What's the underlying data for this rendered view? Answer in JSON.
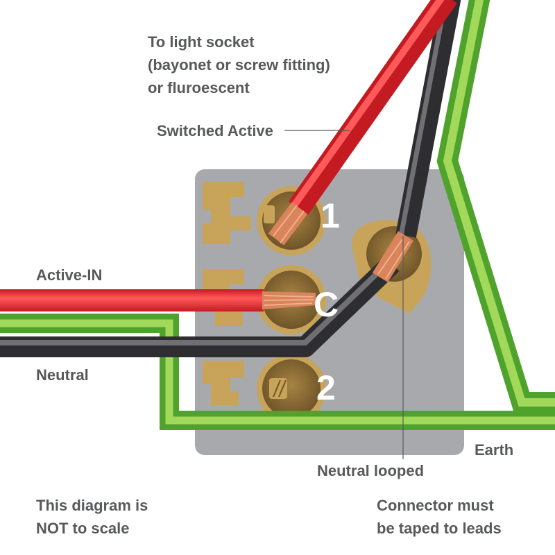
{
  "labels": {
    "light_socket": [
      "To light socket",
      "(bayonet or screw fitting)",
      "or fluroescent"
    ],
    "switched_active": "Switched Active",
    "active_in": "Active-IN",
    "neutral": "Neutral",
    "earth": "Earth",
    "neutral_looped": "Neutral looped",
    "not_to_scale": [
      "This diagram is",
      "NOT to scale"
    ],
    "connector_note": [
      "Connector must",
      "be taped to leads"
    ]
  },
  "terminals": {
    "t1": "1",
    "tc": "C",
    "t2": "2"
  },
  "colors": {
    "active_wire": "#e8202a",
    "neutral_wire": "#3b3b3d",
    "earth_wire": "#76c043",
    "switch_body": "#a7a9ac",
    "brass": "#c8a45a",
    "copper": "#d9845a",
    "label_text": "#58595b"
  }
}
